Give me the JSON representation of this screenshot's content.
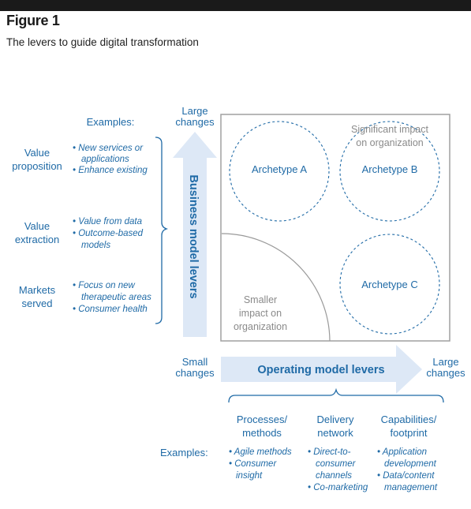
{
  "figure": {
    "title": "Figure 1",
    "subtitle": "The levers to guide digital transformation"
  },
  "left": {
    "examples_label": "Examples:",
    "groups": [
      {
        "label_lines": [
          "Value",
          "proposition"
        ],
        "bullets": [
          "• New services or",
          "applications",
          "• Enhance existing"
        ]
      },
      {
        "label_lines": [
          "Value",
          "extraction"
        ],
        "bullets": [
          "• Value from data",
          "• Outcome-based",
          "models"
        ]
      },
      {
        "label_lines": [
          "Markets",
          "served"
        ],
        "bullets": [
          "• Focus on new",
          "therapeutic areas",
          "• Consumer health"
        ]
      }
    ]
  },
  "vertical_axis": {
    "top_label": [
      "Large",
      "changes"
    ],
    "arrow_label": "Business model levers",
    "bottom_label": [
      "Small",
      "changes"
    ]
  },
  "horizontal_axis": {
    "arrow_label": "Operating model levers",
    "right_label": [
      "Large",
      "changes"
    ]
  },
  "matrix": {
    "significant_label": [
      "Significant impact",
      "on organization"
    ],
    "smaller_label": [
      "Smaller",
      "impact on",
      "organization"
    ],
    "archetypes": [
      "Archetype A",
      "Archetype B",
      "Archetype C"
    ]
  },
  "bottom": {
    "examples_label": "Examples:",
    "columns": [
      {
        "header": [
          "Processes/",
          "methods"
        ],
        "bullets": [
          "• Agile methods",
          "• Consumer",
          "insight"
        ]
      },
      {
        "header": [
          "Delivery",
          "network"
        ],
        "bullets": [
          "• Direct-to-",
          "consumer",
          "channels",
          "• Co-marketing"
        ]
      },
      {
        "header": [
          "Capabilities/",
          "footprint"
        ],
        "bullets": [
          "• Application",
          "development",
          "• Data/content",
          "management"
        ]
      }
    ]
  },
  "colors": {
    "accent": "#1f6aa6",
    "arrow_fill": "#dde8f6",
    "grey_text": "#8a8a8a",
    "frame": "#a0a0a0"
  }
}
